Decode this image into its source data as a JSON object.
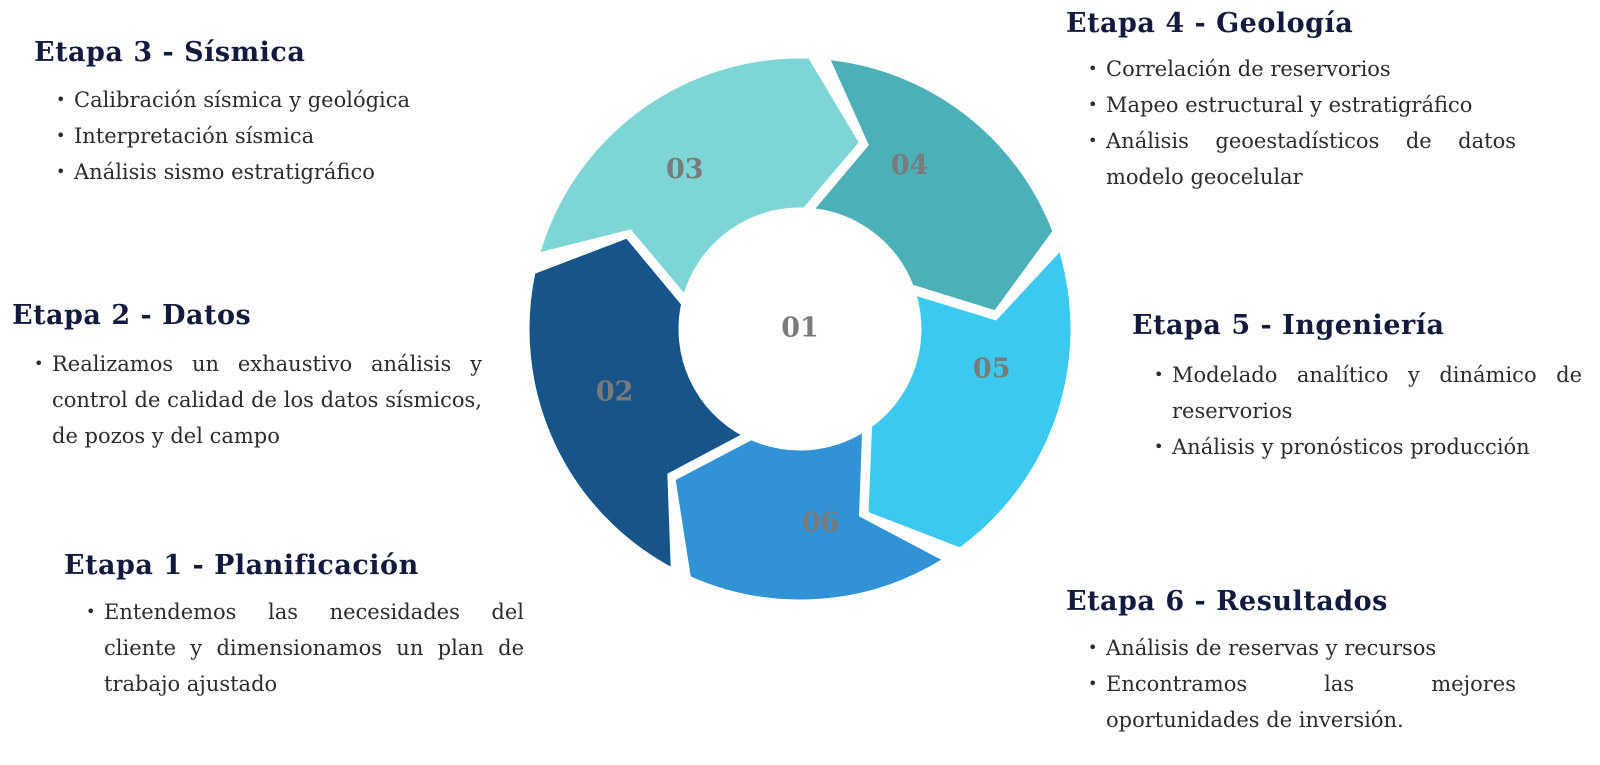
{
  "diagram": {
    "center_label": "01",
    "segments": [
      {
        "label": "02",
        "color": "#16548a"
      },
      {
        "label": "03",
        "color": "#7dd5d5"
      },
      {
        "label": "04",
        "color": "#4cb0b8"
      },
      {
        "label": "05",
        "color": "#3cc9ef"
      },
      {
        "label": "06",
        "color": "#3193d5"
      }
    ]
  },
  "stages": {
    "etapa1": {
      "title": "Etapa 1 - Planificación",
      "items": [
        "Entendemos las necesidades del cliente y dimensionamos un plan de trabajo ajustado"
      ]
    },
    "etapa2": {
      "title": "Etapa 2 - Datos",
      "items": [
        "Realizamos un exhaustivo análisis y control de calidad de los datos sísmicos, de pozos y del campo"
      ]
    },
    "etapa3": {
      "title": "Etapa 3 - Sísmica",
      "items": [
        "Calibración sísmica y geológica",
        "Interpretación sísmica",
        "Análisis sismo estratigráfico"
      ]
    },
    "etapa4": {
      "title": "Etapa 4 - Geología",
      "items": [
        "Correlación de reservorios",
        "Mapeo estructural y estratigráfico",
        "Análisis geoestadísticos de datos modelo geocelular"
      ]
    },
    "etapa5": {
      "title": "Etapa 5 - Ingeniería",
      "items": [
        "Modelado analítico y dinámico de reservorios",
        "Análisis y pronósticos producción"
      ]
    },
    "etapa6": {
      "title": "Etapa 6 - Resultados",
      "items": [
        "Análisis de reservas y recursos",
        "Encontramos las mejores oportunidades de inversión."
      ]
    }
  }
}
